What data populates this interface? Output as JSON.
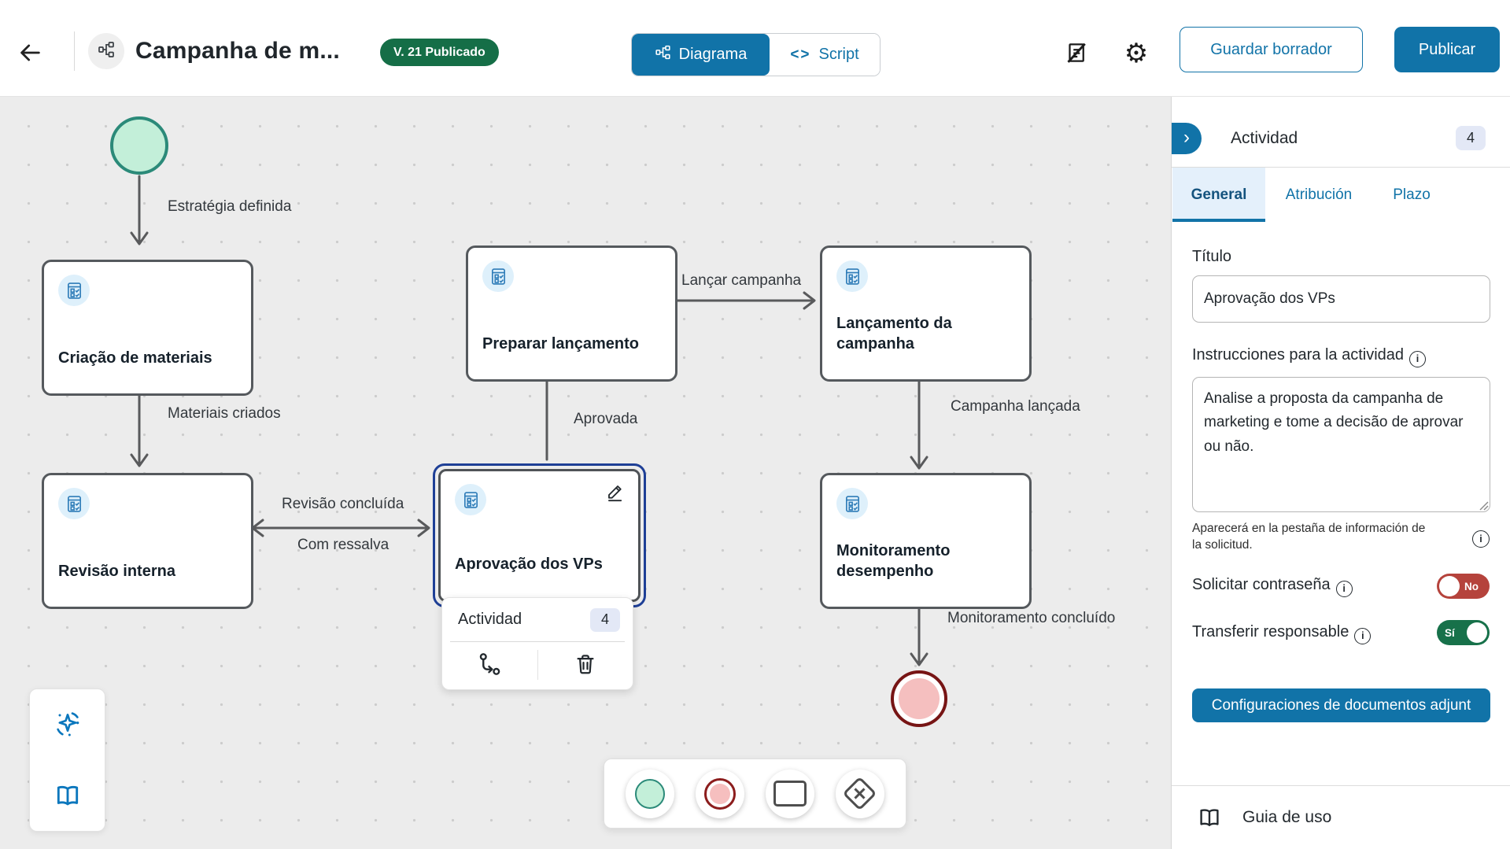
{
  "header": {
    "workflow_title": "Campanha de m...",
    "version_badge": "V. 21 Publicado",
    "view_tabs": {
      "diagram": "Diagrama",
      "script": "Script"
    },
    "buttons": {
      "save_draft": "Guardar borrador",
      "publish": "Publicar"
    }
  },
  "icons": {
    "script_glyph": "<>",
    "gear_glyph": "⚙",
    "collapse_chevron": "›",
    "info_glyph": "i"
  },
  "canvas": {
    "nodes": [
      {
        "title": "Criação de materiais"
      },
      {
        "title": "Preparar lançamento"
      },
      {
        "title": "Lançamento da campanha"
      },
      {
        "title": "Revisão interna"
      },
      {
        "title": "Aprovação dos VPs",
        "selected": true
      },
      {
        "title": "Monitoramento desempenho"
      }
    ],
    "edges": [
      {
        "label": "Estratégia definida"
      },
      {
        "label": "Materiais criados"
      },
      {
        "label": "Revisão concluída"
      },
      {
        "label": "Com ressalva"
      },
      {
        "label": "Aprovada"
      },
      {
        "label": "Lançar campanha"
      },
      {
        "label": "Campanha lançada"
      },
      {
        "label": "Monitoramento concluído"
      }
    ],
    "popup": {
      "type_label": "Actividad",
      "badge": "4"
    }
  },
  "sidebar": {
    "panel_title": "Actividad",
    "panel_badge": "4",
    "tabs": [
      {
        "label": "General"
      },
      {
        "label": "Atribución"
      },
      {
        "label": "Plazo"
      }
    ],
    "title_label": "Título",
    "title_value": "Aprovação dos VPs",
    "instructions_label": "Instrucciones para la actividad",
    "instructions_value": "Analise a proposta da campanha de marketing e tome a decisão de aprovar ou não.",
    "helper_text": "Aparecerá en la pestaña de información de la solicitud.",
    "toggles": [
      {
        "label": "Solicitar contraseña",
        "state": "No"
      },
      {
        "label": "Transferir responsable",
        "state": "Sí"
      }
    ],
    "config_button": "Configuraciones de documentos adjunt",
    "guide_label": "Guia de uso"
  },
  "colors": {
    "accent_blue": "#1173a8",
    "version_green": "#156e47",
    "selection_blue": "#1e3f96",
    "toggle_red": "#b5433c",
    "toggle_green": "#17714a",
    "start_fill": "#c3efd9",
    "start_border": "#2b8a79",
    "end_fill": "#f5bfbf",
    "end_border": "#771515"
  }
}
